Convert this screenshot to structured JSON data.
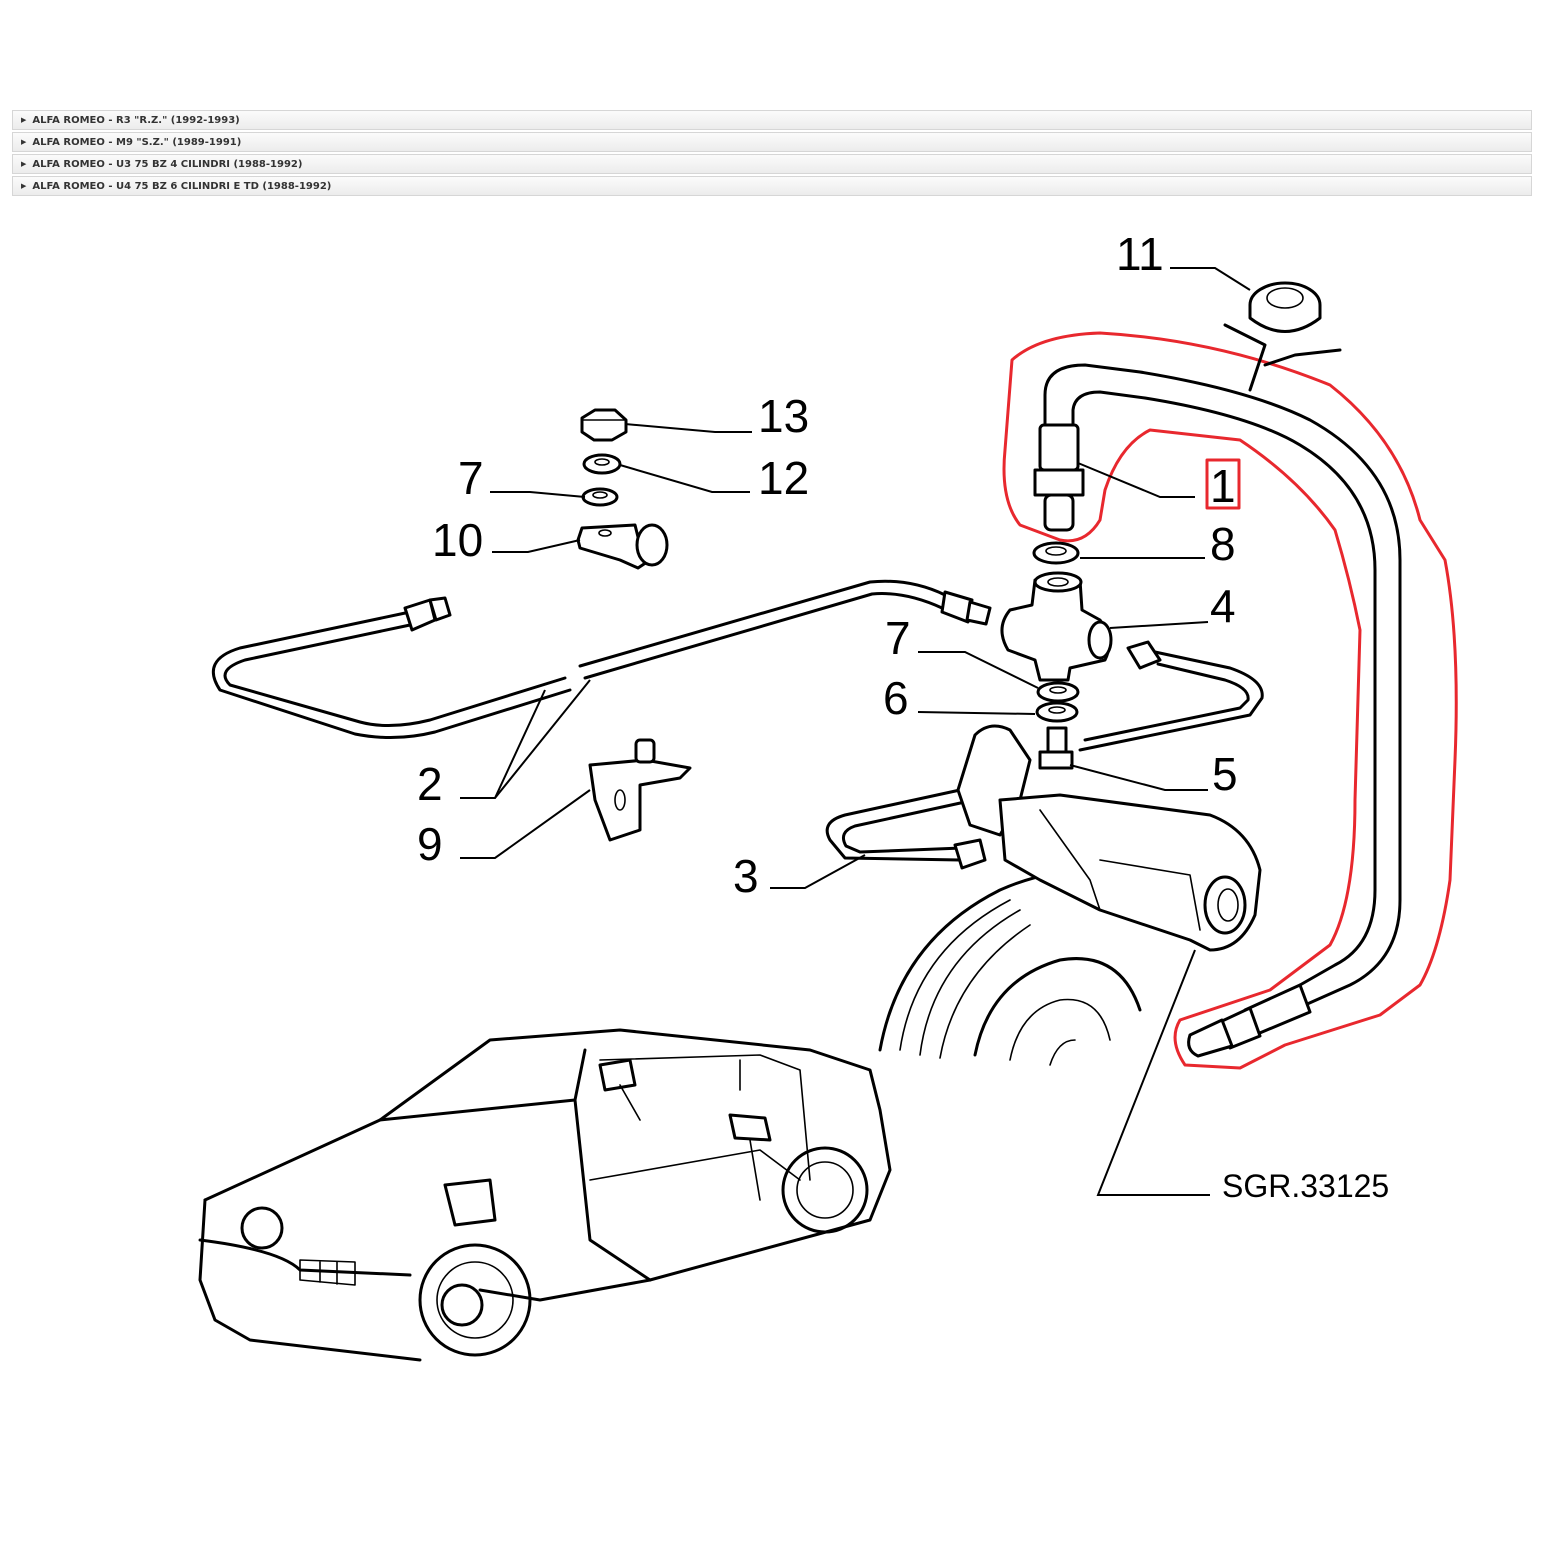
{
  "applications": [
    {
      "label": "ALFA ROMEO - R3 \"R.Z.\" (1992-1993)"
    },
    {
      "label": "ALFA ROMEO - M9 \"S.Z.\" (1989-1991)"
    },
    {
      "label": "ALFA ROMEO - U3 75 BZ 4 CILINDRI (1988-1992)"
    },
    {
      "label": "ALFA ROMEO - U4 75 BZ 6 CILINDRI E TD (1988-1992)"
    }
  ],
  "diagram": {
    "callouts": {
      "c1": "1",
      "c2": "2",
      "c3": "3",
      "c4": "4",
      "c5": "5",
      "c6": "6",
      "c7a": "7",
      "c7b": "7",
      "c8": "8",
      "c9": "9",
      "c10": "10",
      "c11": "11",
      "c12": "12",
      "c13": "13"
    },
    "drawing_code": "SGR.33125",
    "highlight_color": "#e8282e"
  }
}
